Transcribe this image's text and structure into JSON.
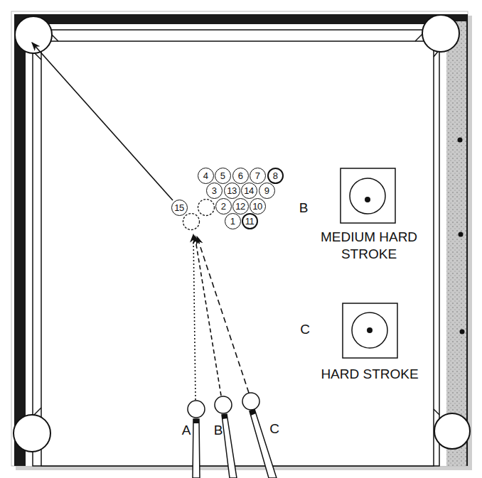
{
  "diagram": {
    "nodes": [
      {
        "text": [
          "4"
        ]
      },
      {
        "text": [
          "5"
        ]
      },
      {
        "text": [
          "6"
        ]
      },
      {
        "text": [
          "7"
        ]
      },
      {
        "text": [
          "8"
        ]
      },
      {
        "text": [
          "3"
        ]
      },
      {
        "text": [
          "13"
        ]
      },
      {
        "text": [
          "14"
        ]
      },
      {
        "text": [
          "9"
        ]
      },
      {
        "text": [
          "15"
        ]
      },
      {
        "text": [
          "2"
        ]
      },
      {
        "text": [
          "12"
        ]
      },
      {
        "text": [
          "10"
        ]
      },
      {
        "text": [
          "1"
        ]
      },
      {
        "text": [
          "11"
        ]
      }
    ],
    "labels": [
      "B",
      "MEDIUM HARD STROKE",
      "C",
      "HARD STROKE",
      "A",
      "B",
      "C"
    ]
  }
}
